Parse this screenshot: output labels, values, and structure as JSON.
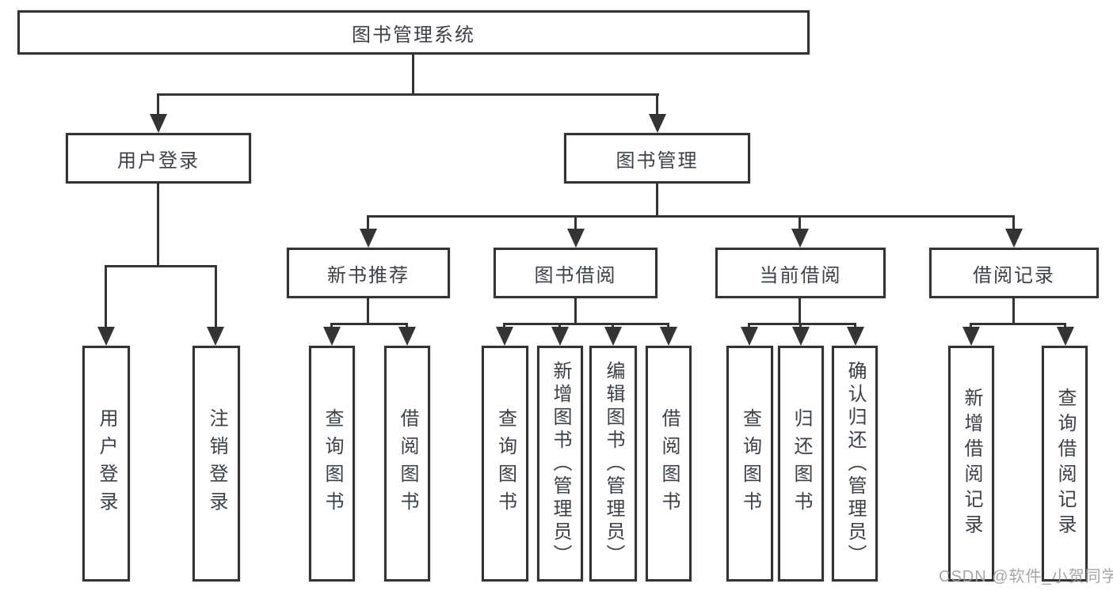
{
  "diagram": {
    "root": {
      "label": "图书管理系统"
    },
    "level2": [
      {
        "label": "用户登录"
      },
      {
        "label": "图书管理"
      }
    ],
    "level3": [
      {
        "label": "新书推荐"
      },
      {
        "label": "图书借阅"
      },
      {
        "label": "当前借阅"
      },
      {
        "label": "借阅记录"
      }
    ],
    "leaves": [
      {
        "label": "用户登录"
      },
      {
        "label": "注销登录"
      },
      {
        "label": "查询图书"
      },
      {
        "label": "借阅图书"
      },
      {
        "label": "查询图书"
      },
      {
        "label": "新增图书（管理员）"
      },
      {
        "label": "编辑图书（管理员）"
      },
      {
        "label": "借阅图书"
      },
      {
        "label": "查询图书"
      },
      {
        "label": "归还图书"
      },
      {
        "label": "确认归还（管理员）"
      },
      {
        "label": "新增借阅记录"
      },
      {
        "label": "查询借阅记录"
      }
    ]
  },
  "watermark": {
    "text": "CSDN @软件_小贺同学"
  },
  "colors": {
    "line": "#343434",
    "text": "#3c4047",
    "watermark": "#9e9e9e",
    "background": "#ffffff"
  }
}
